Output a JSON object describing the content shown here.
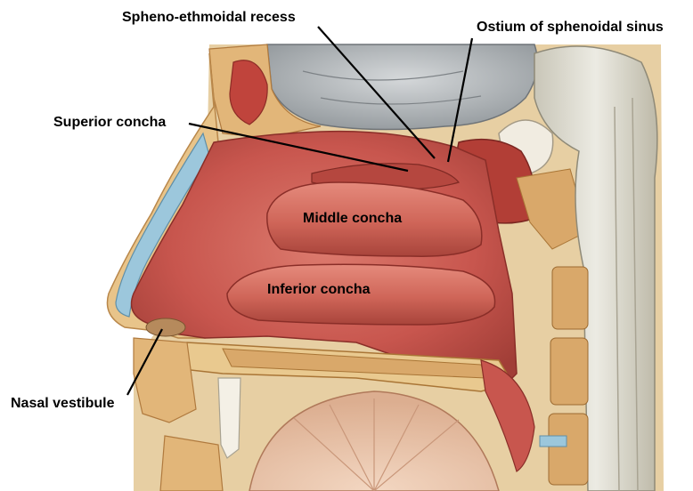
{
  "labels": {
    "spheno_ethmoidal_recess": "Spheno-ethmoidal recess",
    "ostium_sphenoidal_sinus": "Ostium of sphenoidal sinus",
    "superior_concha": "Superior concha",
    "middle_concha": "Middle concha",
    "inferior_concha": "Inferior concha",
    "nasal_vestibule": "Nasal vestibule"
  },
  "colors": {
    "mucosa": "#c8564e",
    "mucosa_light": "#d9796d",
    "mucosa_dark": "#9c3a34",
    "bone": "#e9c98f",
    "bone_spongy": "#d9a86a",
    "brain": "#aeb3b6",
    "spine_pale": "#d9d8cf",
    "cartilage_blue": "#9cc7dc",
    "leader_line": "#000000"
  }
}
